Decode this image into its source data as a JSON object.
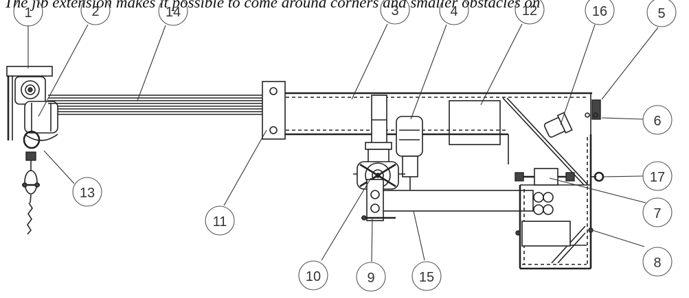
{
  "caption": "The jib extension makes it possible to come around corners and smaller obstacles on",
  "callouts": [
    "1",
    "2",
    "14",
    "3",
    "4",
    "12",
    "16",
    "5",
    "6",
    "17",
    "13",
    "11",
    "7",
    "8",
    "10",
    "9",
    "15"
  ]
}
